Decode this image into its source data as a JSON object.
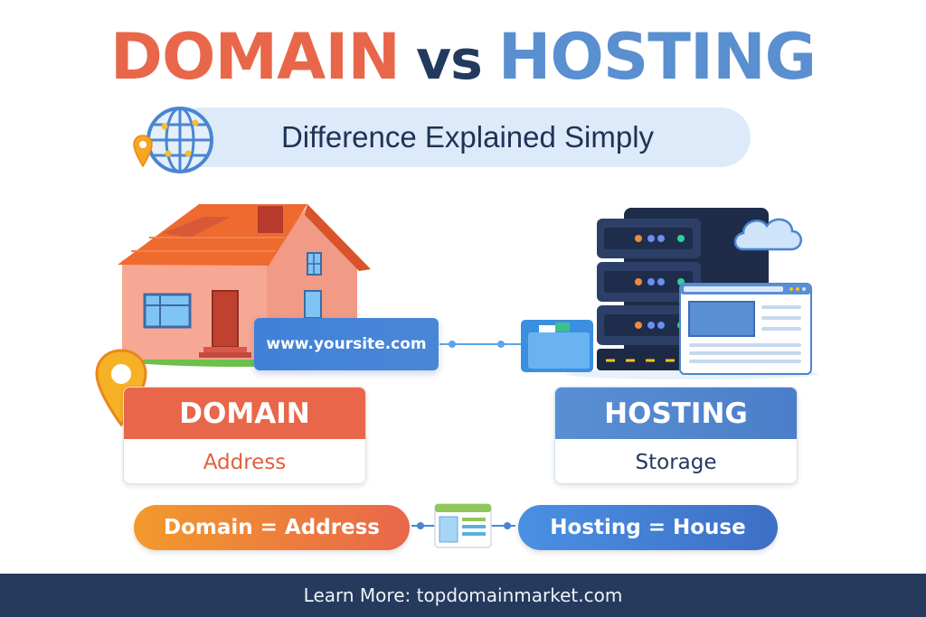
{
  "title": {
    "left_word": "DOMAIN",
    "connector": "vs",
    "right_word": "HOSTING"
  },
  "subtitle": "Difference Explained Simply",
  "illustration": {
    "url_label": "www.yoursite.com",
    "icons": [
      "globe-icon",
      "map-pin-icon",
      "house-icon",
      "server-icon",
      "cloud-icon",
      "folder-icon",
      "browser-window-icon"
    ]
  },
  "cards": {
    "domain": {
      "heading": "DOMAIN",
      "subtext": "Address"
    },
    "hosting": {
      "heading": "HOSTING",
      "subtext": "Storage"
    }
  },
  "summary": {
    "domain_pill": "Domain = Address",
    "hosting_pill": "Hosting = House"
  },
  "footer": {
    "text": "Learn More: topdomainmarket.com"
  },
  "colors": {
    "domain_orange": "#e8674a",
    "hosting_blue": "#5a8fd0",
    "navy": "#233a5e",
    "footer_bg": "#253a5c",
    "subtitle_bg": "#dceaf9",
    "pin_yellow": "#f5a623"
  }
}
